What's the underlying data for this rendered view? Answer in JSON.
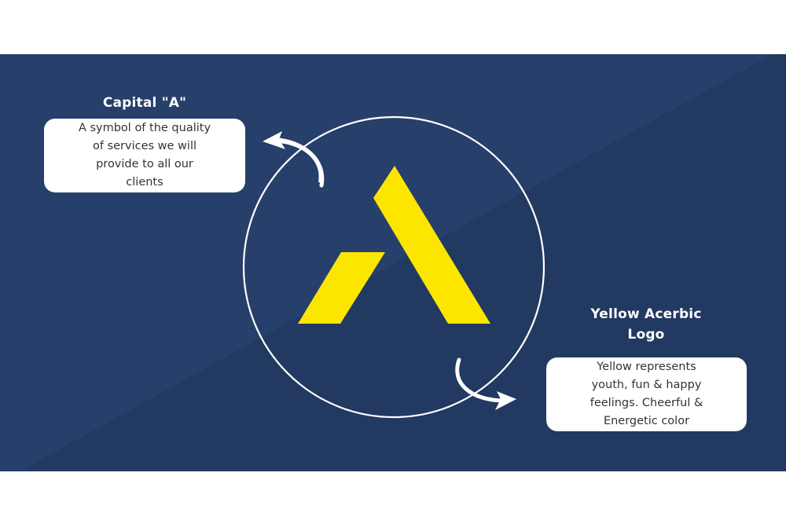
{
  "left_callout": {
    "title": "Capital \"A\"",
    "text": "A symbol of the quality of services we will provide to all our clients",
    "lines": [
      "A symbol of the quality",
      "of services we will",
      "provide to all our",
      "clients"
    ]
  },
  "right_callout": {
    "title_lines": [
      "Yellow Acerbic",
      "Logo"
    ],
    "text": "Yellow represents youth, fun & happy feelings. Cheerful & Energetic color",
    "lines": [
      "Yellow represents",
      "youth, fun & happy",
      "feelings. Cheerful &",
      "Energetic color"
    ]
  },
  "logo": {
    "icon": "capital-a-logo-icon",
    "color": "#fce600"
  },
  "colors": {
    "background_light": "#263f6b",
    "background_dark": "#223961",
    "card": "#ffffff",
    "text_dark": "#333333",
    "heading": "#ffffff",
    "accent_yellow": "#fce600"
  }
}
